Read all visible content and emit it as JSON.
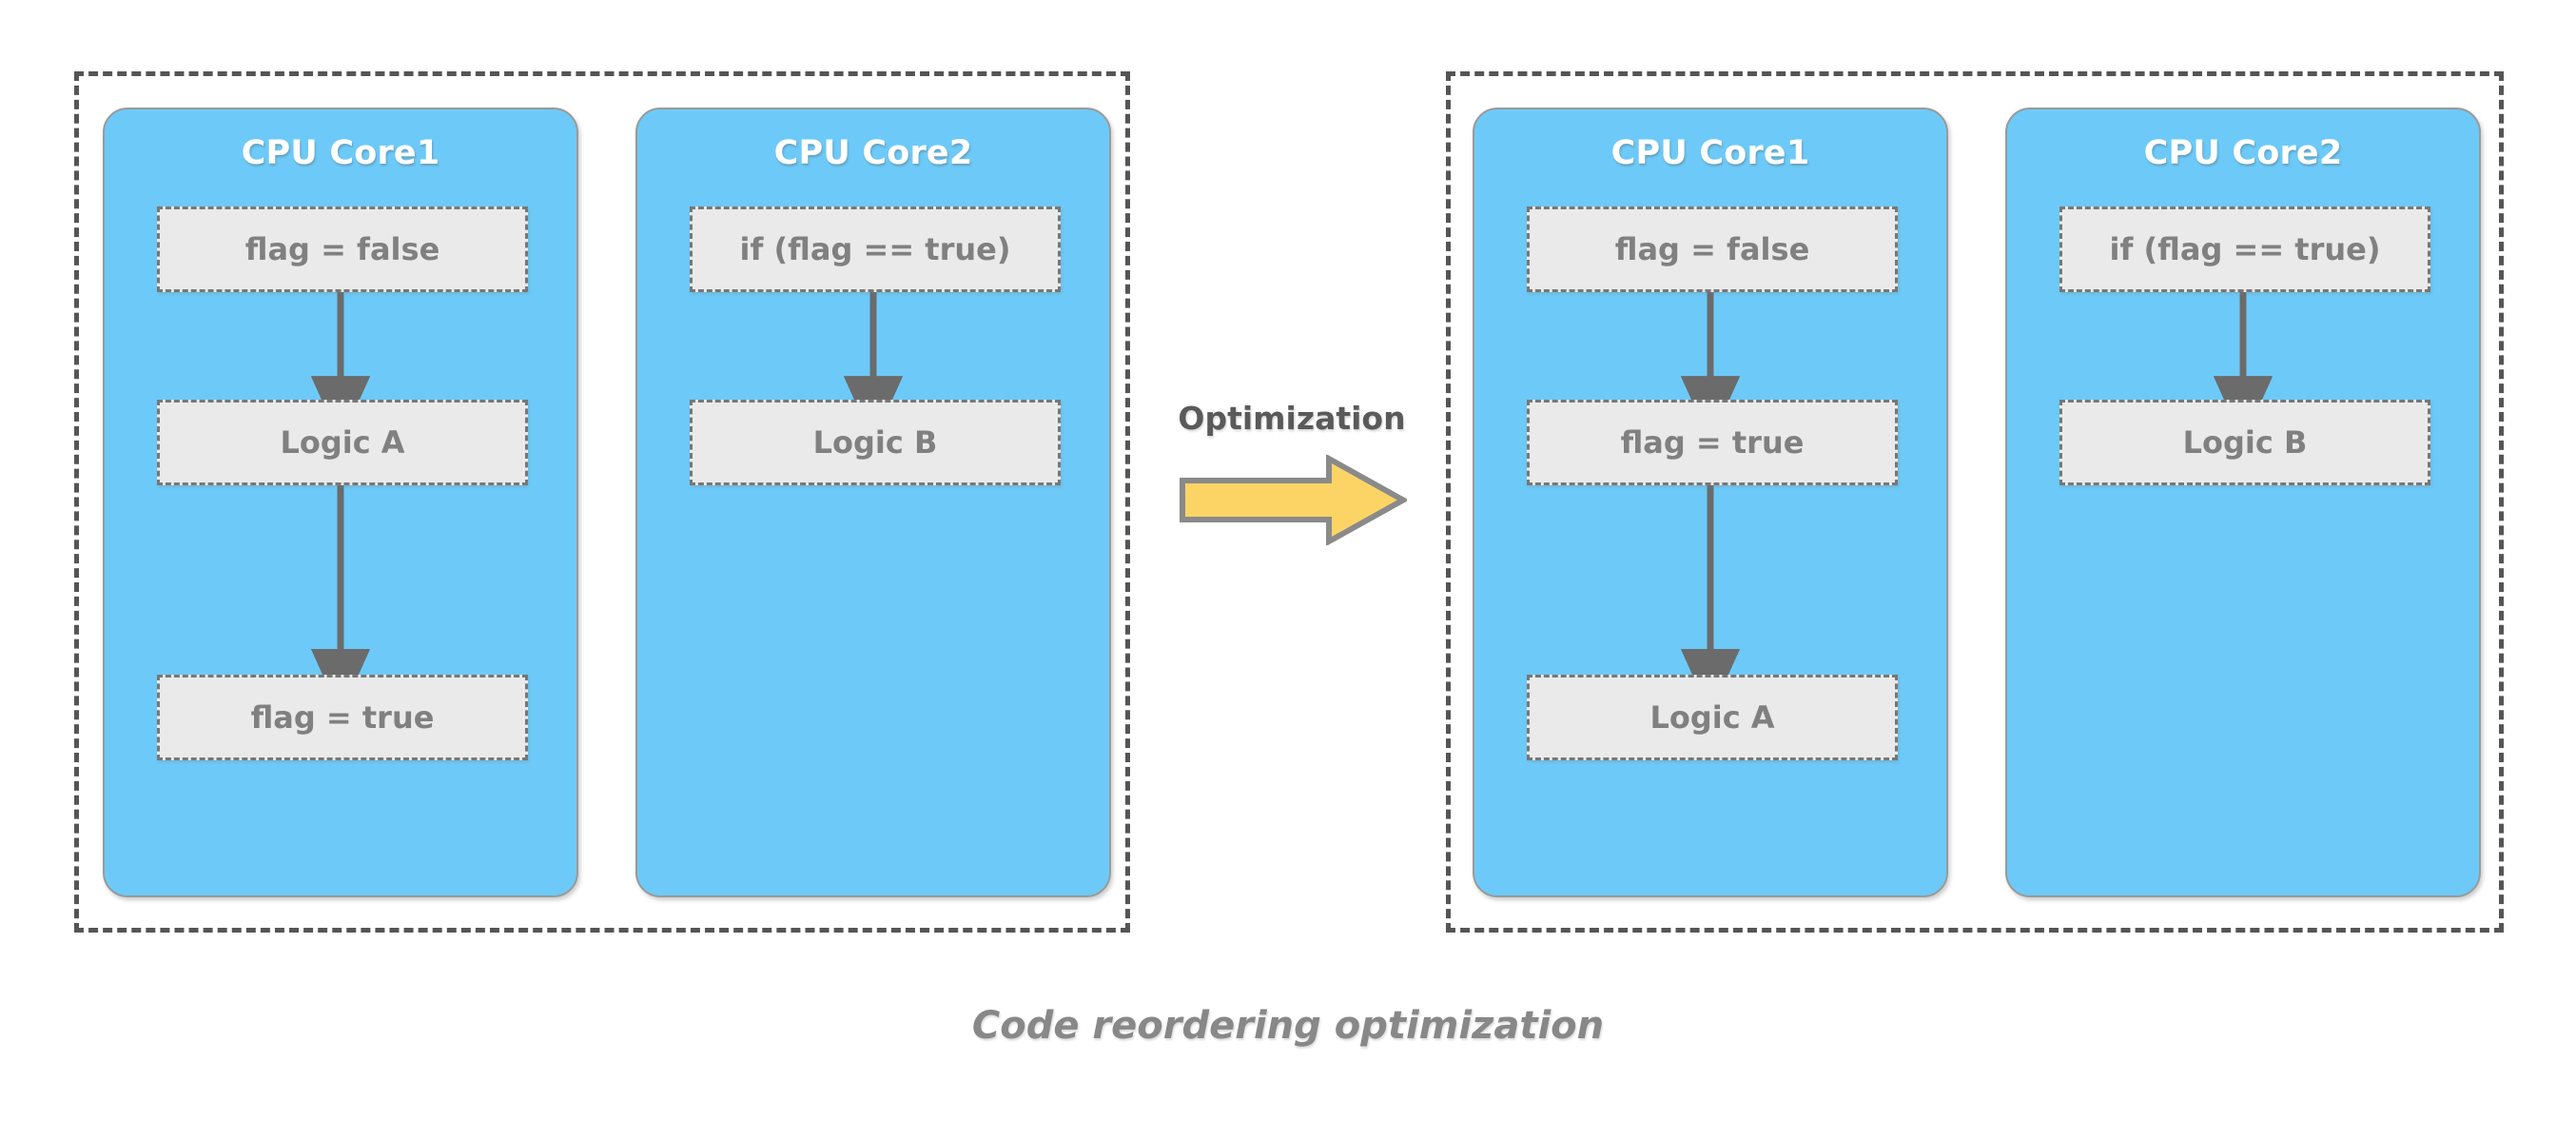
{
  "diagram": {
    "caption": "Code reordering optimization",
    "transition": {
      "label": "Optimization",
      "arrow_icon": "right-arrow-icon",
      "arrow_fill": "#FBD465",
      "arrow_stroke": "#8A8A8A"
    },
    "colors": {
      "core_fill": "#6DCAF8",
      "core_stroke": "#9A9A9A",
      "statement_fill": "#EAEAEA",
      "statement_stroke": "#777777",
      "statement_text": "#808080",
      "title_text": "#FFFFFF",
      "group_border": "#555555",
      "connector": "#6B6B6B",
      "caption_text": "#888888",
      "background": "#FFFFFF"
    },
    "groups": [
      {
        "id": "before",
        "name": "before-optimization-group",
        "cores": [
          {
            "title": "CPU Core1",
            "statements": [
              "flag = false",
              "Logic A",
              "flag = true"
            ],
            "connectors": [
              {
                "from": 0,
                "to": 1
              },
              {
                "from": 1,
                "to": 2
              }
            ]
          },
          {
            "title": "CPU Core2",
            "statements": [
              "if (flag == true)",
              "Logic B"
            ],
            "connectors": [
              {
                "from": 0,
                "to": 1
              }
            ]
          }
        ]
      },
      {
        "id": "after",
        "name": "after-optimization-group",
        "cores": [
          {
            "title": "CPU Core1",
            "statements": [
              "flag = false",
              "flag = true",
              "Logic A"
            ],
            "connectors": [
              {
                "from": 0,
                "to": 1
              },
              {
                "from": 1,
                "to": 2
              }
            ]
          },
          {
            "title": "CPU Core2",
            "statements": [
              "if (flag == true)",
              "Logic B"
            ],
            "connectors": [
              {
                "from": 0,
                "to": 1
              }
            ]
          }
        ]
      }
    ]
  }
}
